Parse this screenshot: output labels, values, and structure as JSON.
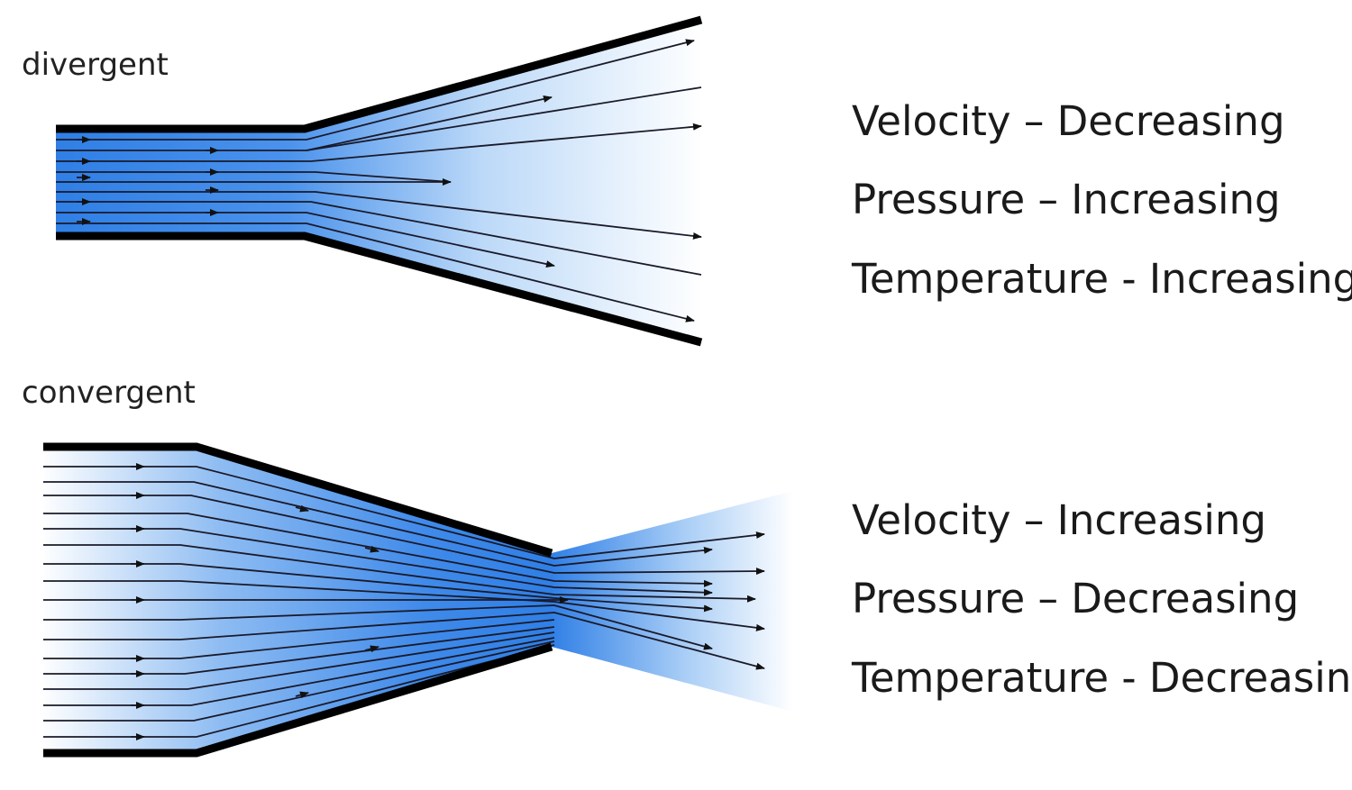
{
  "divergent": {
    "label": "divergent",
    "properties": [
      {
        "text": "Velocity – Decreasing"
      },
      {
        "text": "Pressure – Increasing"
      },
      {
        "text": "Temperature - Increasing"
      }
    ]
  },
  "convergent": {
    "label": "convergent",
    "properties": [
      {
        "text": "Velocity – Increasing"
      },
      {
        "text": "Pressure – Decreasing"
      },
      {
        "text": "Temperature - Decreasing"
      }
    ]
  },
  "colors": {
    "fluid": "#2f7fe6",
    "wall": "#000000",
    "streamline": "#1a1a2a"
  }
}
